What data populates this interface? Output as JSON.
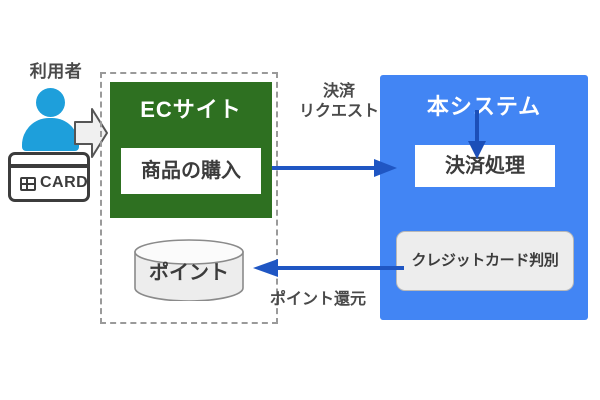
{
  "diagram": {
    "actor": {
      "label": "利用者",
      "icon": "person-icon",
      "card_icon": "credit-card-icon",
      "card_text": "CARD",
      "accent_color": "#1e9fdb"
    },
    "ec_zone": {
      "boundary_style": "dashed",
      "box": {
        "title": "ECサイト",
        "color": "#2e7021",
        "inner_label": "商品の購入"
      },
      "datastore": {
        "label": "ポイント",
        "shape": "cylinder"
      }
    },
    "system": {
      "title": "本システム",
      "color": "#4285f4",
      "process_label": "決済処理",
      "decision_label": "クレジットカード判別",
      "decision_color": "#ededed"
    },
    "connectors": [
      {
        "name": "payment-request",
        "label_line1": "決済",
        "label_line2": "リクエスト",
        "direction": "right",
        "color": "#1f56c3"
      },
      {
        "name": "point-return",
        "label": "ポイント還元",
        "direction": "left",
        "color": "#1f56c3"
      },
      {
        "name": "process-to-decision",
        "label": "",
        "direction": "down",
        "color": "#1c4fb8"
      },
      {
        "name": "user-to-ec",
        "label": "",
        "direction": "right",
        "color": "#efefef"
      }
    ]
  }
}
